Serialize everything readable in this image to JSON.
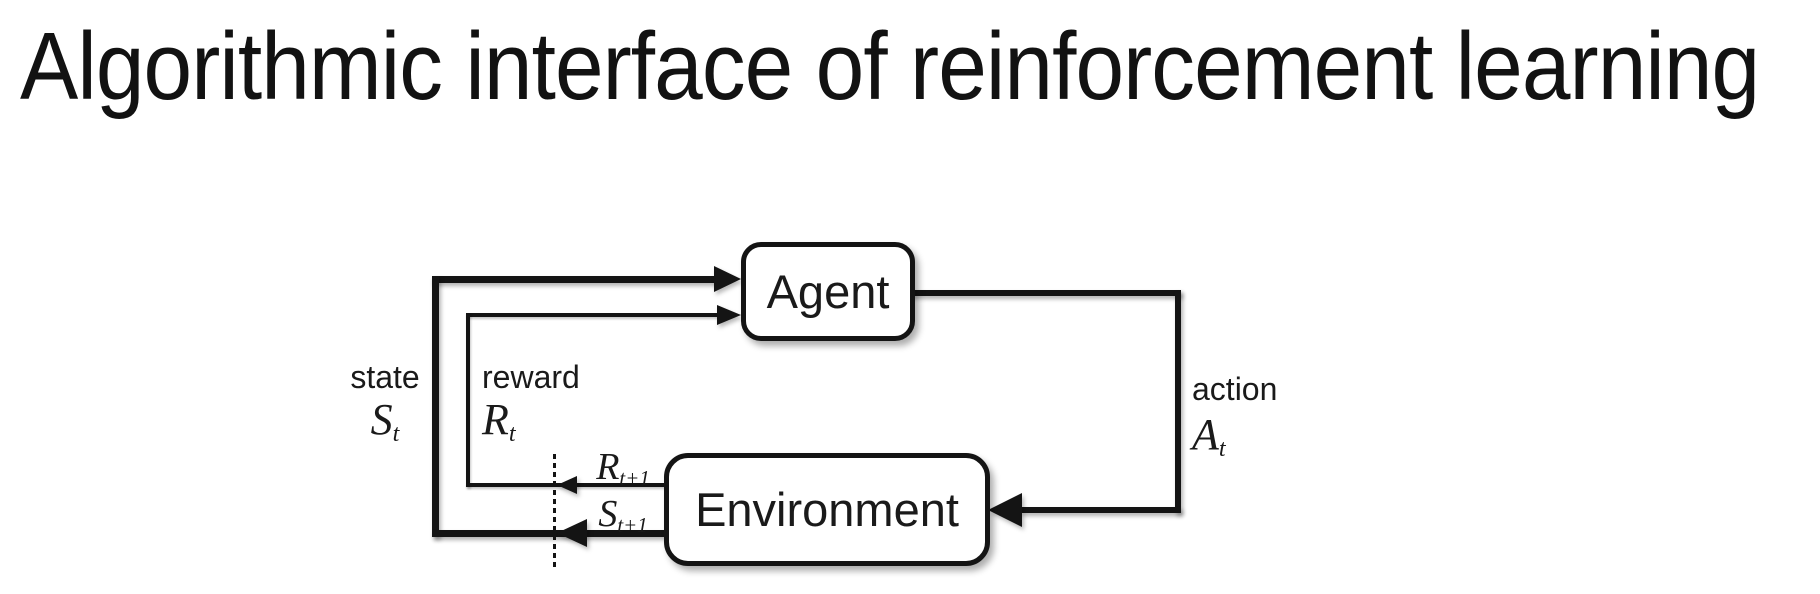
{
  "slide": {
    "title": "Algorithmic interface of reinforcement learning"
  },
  "diagram": {
    "agent": {
      "label": "Agent"
    },
    "environment": {
      "label": "Environment"
    },
    "state": {
      "word": "state",
      "sym": "S",
      "sub": "t"
    },
    "reward": {
      "word": "reward",
      "sym": "R",
      "sub": "t"
    },
    "action": {
      "word": "action",
      "sym": "A",
      "sub": "t"
    },
    "next_reward": {
      "sym": "R",
      "sub": "t+1"
    },
    "next_state": {
      "sym": "S",
      "sub": "t+1"
    },
    "colors": {
      "ink": "#141414",
      "background": "#ffffff"
    }
  }
}
